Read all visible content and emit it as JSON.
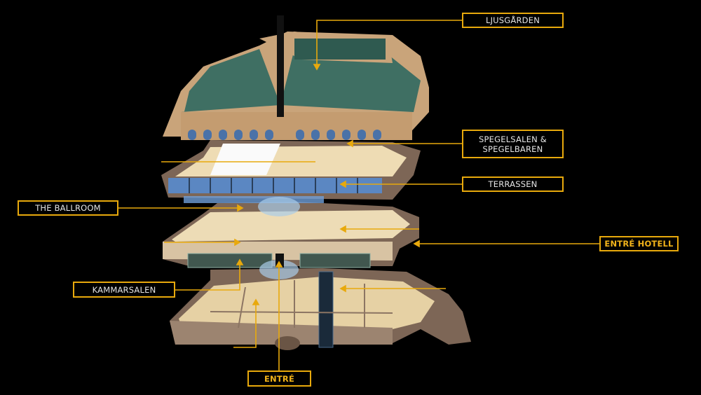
{
  "labels": {
    "ljusgarden": "LJUSGÅRDEN",
    "spegelsalen_line1": "SPEGELSALEN &",
    "spegelsalen_line2": "SPEGELBAREN",
    "terrassen": "TERRASSEN",
    "ballroom": "THE BALLROOM",
    "entre_hotell": "ENTRÉ HOTELL",
    "kammarsalen": "KAMMARSALEN",
    "entre": "ENTRÉ"
  },
  "colors": {
    "accent": "#e8a90c",
    "roof": "#3f6f63",
    "facade": "#c9a47a",
    "floor": "#e9d5ac",
    "wall": "#8c7563",
    "glass": "#6f9fd8",
    "background": "#000000"
  }
}
